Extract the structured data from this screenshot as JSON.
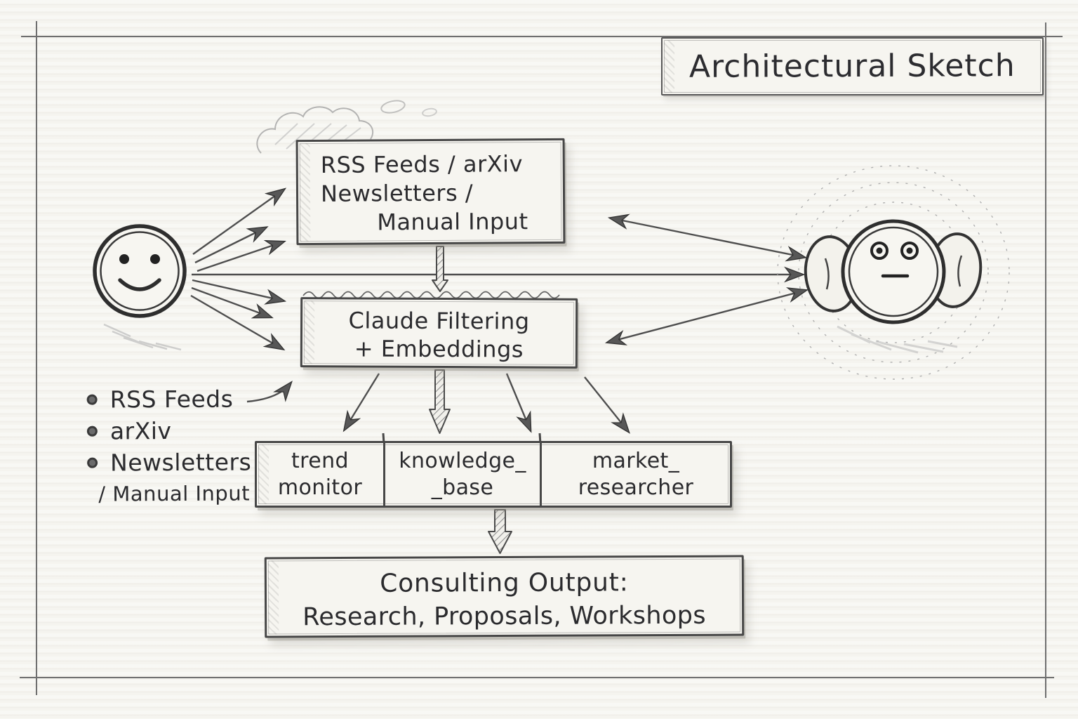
{
  "title": {
    "label": "Architectural Sketch"
  },
  "diagram": {
    "sources_box": {
      "line1": "RSS Feeds / arXiv",
      "line2": "Newsletters /",
      "line3": "Manual Input"
    },
    "filtering_box": {
      "line1": "Claude Filtering",
      "line2": "+ Embeddings"
    },
    "agents": [
      {
        "line1": "trend",
        "line2": "monitor"
      },
      {
        "line1": "knowledge_",
        "line2": "_base"
      },
      {
        "line1": "market_",
        "line2": "researcher"
      }
    ],
    "output_box": {
      "line1": "Consulting Output:",
      "line2": "Research, Proposals, Workshops"
    },
    "bullet_list": {
      "items": [
        "RSS Feeds",
        "arXiv",
        "Newsletters"
      ],
      "continuation": "/ Manual Input"
    },
    "actors": {
      "user": "smiley-face",
      "assistant": "robot-face"
    },
    "edges": [
      {
        "from": "user",
        "to": "sources_box",
        "style": "triple-arrow-fan"
      },
      {
        "from": "user",
        "to": "filtering_box",
        "style": "triple-arrow-fan"
      },
      {
        "from": "user",
        "to": "assistant",
        "style": "single-arrow"
      },
      {
        "from": "sources_box",
        "to": "filtering_box",
        "style": "hatched-block-arrow"
      },
      {
        "from": "assistant",
        "to": "sources_box",
        "style": "double-headed-arrow"
      },
      {
        "from": "assistant",
        "to": "filtering_box",
        "style": "double-headed-arrow"
      },
      {
        "from": "filtering_box",
        "to": "trend-monitor",
        "style": "arrow"
      },
      {
        "from": "filtering_box",
        "to": "knowledge-base",
        "style": "hatched-block-arrow"
      },
      {
        "from": "filtering_box",
        "to": "agents-row",
        "style": "arrow"
      },
      {
        "from": "filtering_box",
        "to": "market-researcher",
        "style": "arrow"
      },
      {
        "from": "agents-row",
        "to": "output_box",
        "style": "hatched-block-arrow"
      },
      {
        "from": "bullet-list",
        "to": "filtering_box",
        "style": "curved-arrow"
      }
    ]
  },
  "icons": {
    "user": "smiley-face-icon",
    "assistant": "robot-face-icon",
    "bullet": "dot-icon"
  },
  "colors": {
    "paper": "#f5f4ef",
    "ink": "#2b2b2e",
    "pencil_line": "#4e4e4e",
    "light_pencil": "#9e9e9e"
  }
}
